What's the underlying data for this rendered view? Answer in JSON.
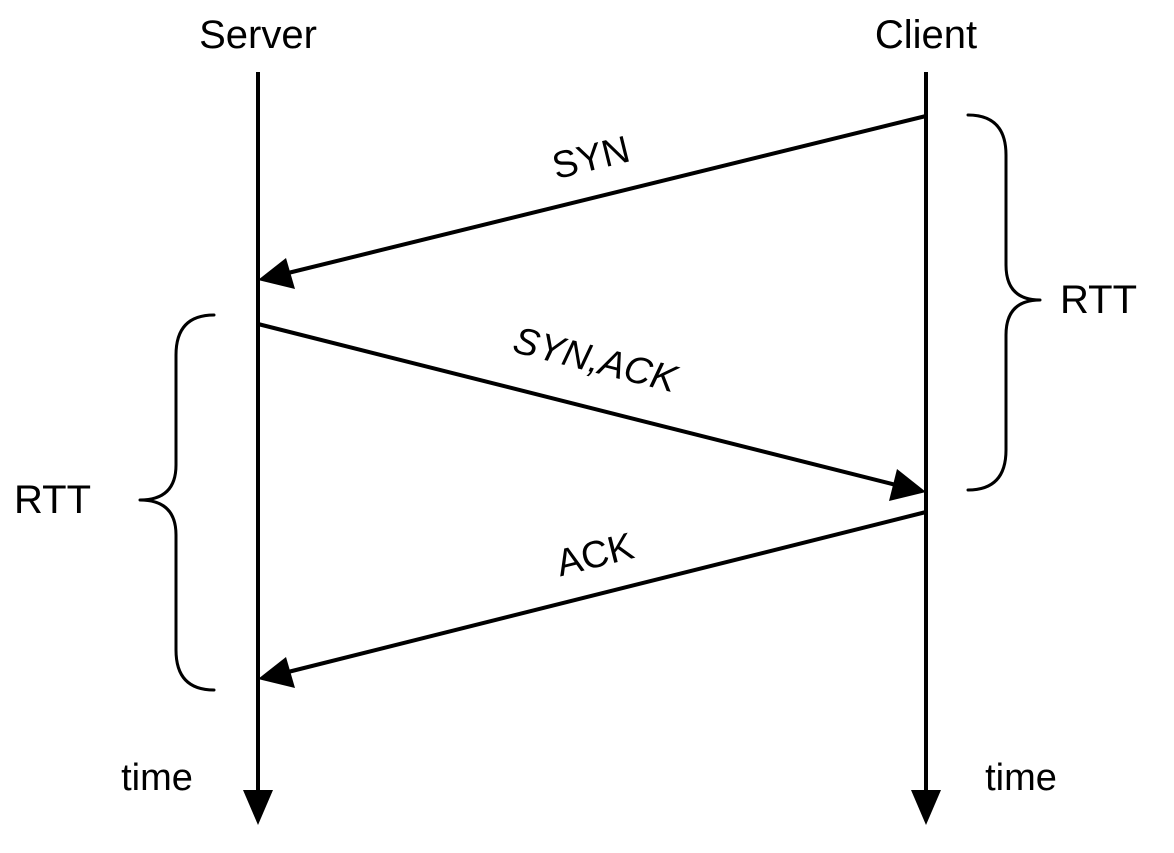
{
  "participants": {
    "server": {
      "label": "Server",
      "time_label": "time"
    },
    "client": {
      "label": "Client",
      "time_label": "time"
    }
  },
  "messages": [
    {
      "label": "SYN",
      "from": "Client",
      "to": "Server"
    },
    {
      "label": "SYN,ACK",
      "from": "Server",
      "to": "Client"
    },
    {
      "label": "ACK",
      "from": "Client",
      "to": "Server"
    }
  ],
  "braces": {
    "client_side": {
      "label": "RTT"
    },
    "server_side": {
      "label": "RTT"
    }
  }
}
